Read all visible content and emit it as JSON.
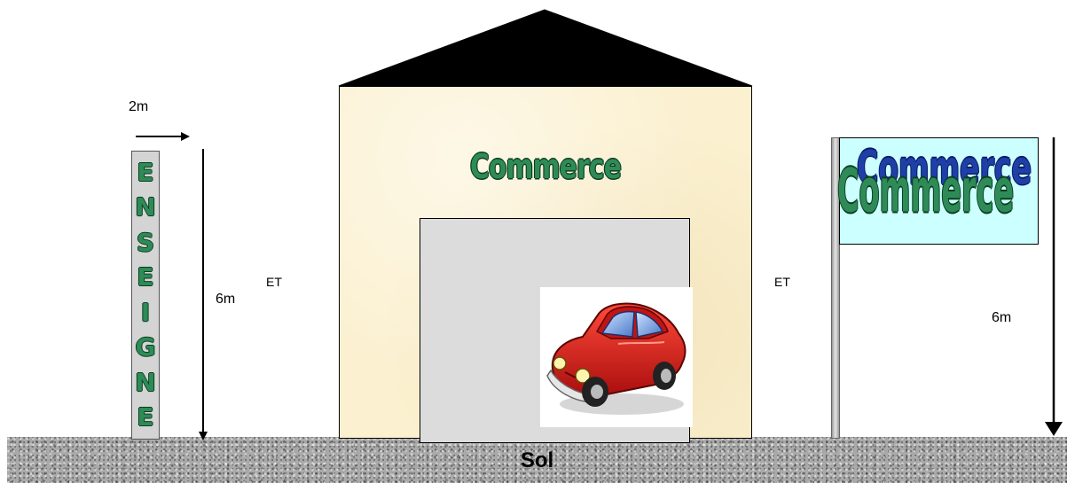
{
  "labels": {
    "width_2m": "2m",
    "height_left": "6m",
    "height_right": "6m",
    "et_left": "ET",
    "et_right": "ET",
    "ground": "Sol"
  },
  "vertical_sign": {
    "letters": [
      "E",
      "N",
      "S",
      "E",
      "I",
      "G",
      "N",
      "E"
    ]
  },
  "building": {
    "facade_sign": "Commerce"
  },
  "panel_sign": {
    "text": "Commerce"
  },
  "colors": {
    "wordart_green": "#2e8b57",
    "panel_bg": "#ccffff",
    "roof": "#000000",
    "facade": "#fbf0cf",
    "door": "#dcdcdc",
    "car_red": "#d11a1a"
  },
  "icons": {
    "car": "car-icon"
  }
}
